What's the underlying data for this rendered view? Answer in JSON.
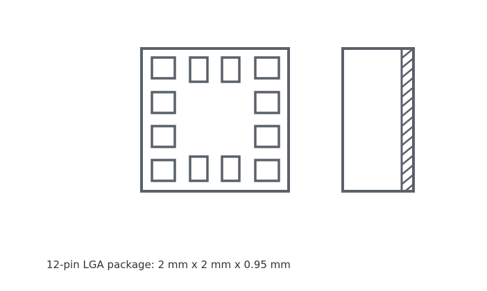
{
  "caption": "12-pin LGA package: 2 mm x 2 mm x 0.95 mm",
  "package": {
    "pin_count": 12,
    "outline_color": "#5a6169",
    "background_color": "#ffffff",
    "views": [
      "top-view",
      "side-view"
    ]
  }
}
